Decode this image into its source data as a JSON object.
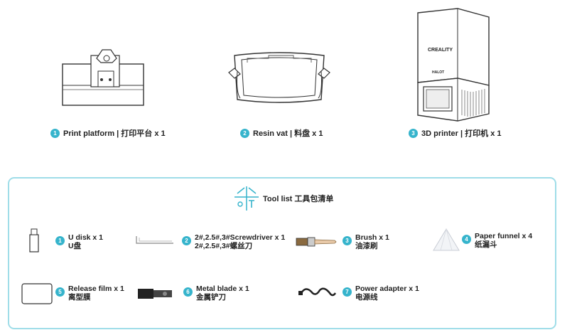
{
  "products": [
    {
      "num": "1",
      "label": "Print platform | 打印平台 x 1"
    },
    {
      "num": "2",
      "label": "Resin vat | 料盘 x 1"
    },
    {
      "num": "3",
      "label": "3D printer | 打印机 x 1"
    }
  ],
  "printer": {
    "brand": "CREALITY",
    "model": "HALOT"
  },
  "tool_list": {
    "title": "Tool list 工具包清单",
    "items": [
      {
        "num": "1",
        "line1": "U disk x 1",
        "line2": "U盘"
      },
      {
        "num": "2",
        "line1": "2#,2.5#,3#Screwdriver x 1",
        "line2": "2#,2.5#,3#螺丝刀"
      },
      {
        "num": "3",
        "line1": "Brush x 1",
        "line2": "油漆刷"
      },
      {
        "num": "4",
        "line1": "Paper funnel x 4",
        "line2": "纸漏斗"
      },
      {
        "num": "5",
        "line1": "Release film x 1",
        "line2": "离型膜"
      },
      {
        "num": "6",
        "line1": "Metal blade x 1",
        "line2": "金属铲刀"
      },
      {
        "num": "7",
        "line1": "Power adapter x 1",
        "line2": "电源线"
      }
    ]
  },
  "colors": {
    "accent": "#36b4cc",
    "border": "#9fdde8"
  }
}
